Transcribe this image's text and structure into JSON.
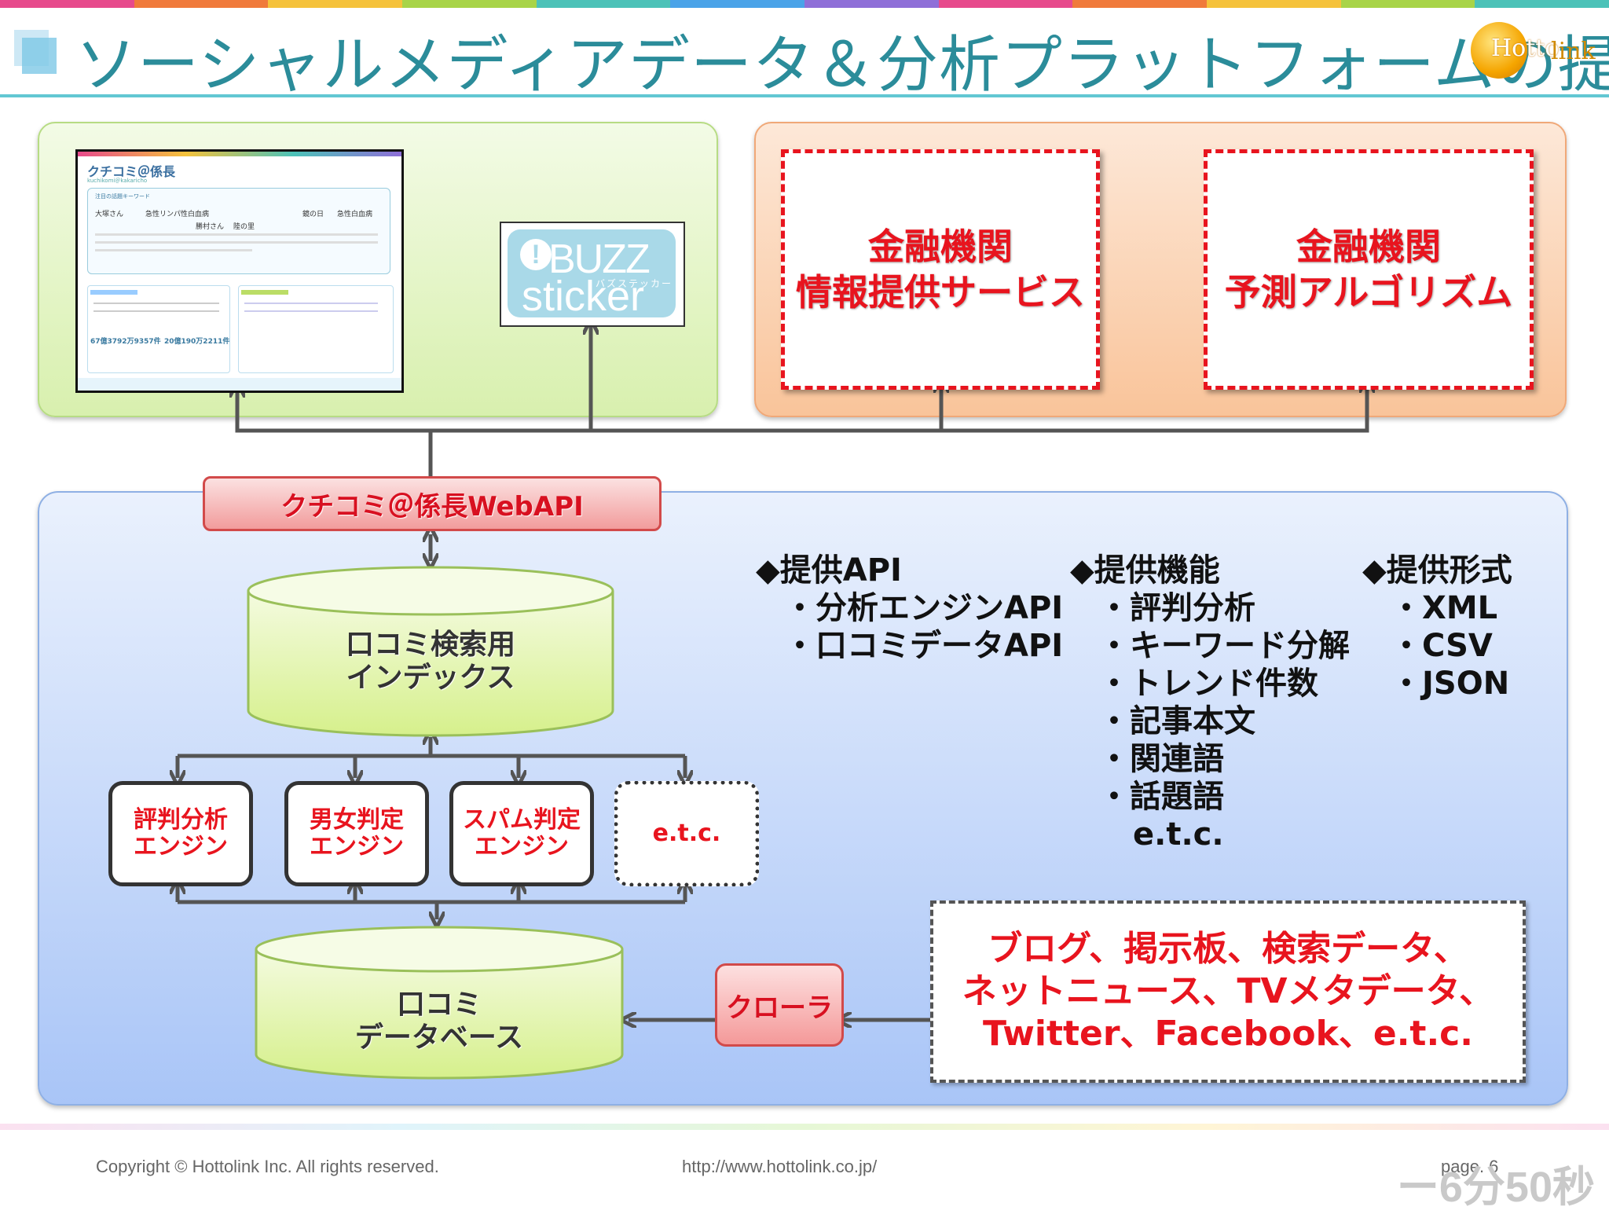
{
  "slide": {
    "title": "ソーシャルメディアデータ＆分析プラットフォームの提供",
    "logo_text": "Hotto",
    "logo_link": "link",
    "rainbow_colors": [
      "#e74a8c",
      "#f07a3b",
      "#f5c23b",
      "#a8d448",
      "#4cc2b8",
      "#4aa3e8",
      "#8f6fd8",
      "#e74a8c",
      "#f07a3b",
      "#f5c23b",
      "#a8d448",
      "#4cc2b8"
    ]
  },
  "green_panel": {
    "site_screenshot": {
      "logo": "クチコミ＠係長",
      "subtitle": "kuchikomi＠kakaricho",
      "search_header": "注目の話題キーワード",
      "keywords": [
        "大塚さん",
        "急性リンパ性白血病",
        "勝村さん",
        "鏡の日",
        "急性白血病",
        "陸の里"
      ],
      "counter_1": "67億3792万9357件",
      "counter_2": "20億190万2211件"
    },
    "buzz_sticker": {
      "word": "BUZZ",
      "kana": "バズステッカー",
      "sub": "sticker"
    }
  },
  "orange_panel": {
    "box1": "金融機関\n情報提供サービス",
    "box2": "金融機関\n予測アルゴリズム"
  },
  "api": {
    "label": "クチコミ＠係長WebAPI"
  },
  "index_db": {
    "label": "口コミ検索用\nインデックス"
  },
  "engines": [
    {
      "label": "評判分析\nエンジン"
    },
    {
      "label": "男女判定\nエンジン"
    },
    {
      "label": "スパム判定\nエンジン"
    },
    {
      "label": "e.t.c."
    }
  ],
  "data_db": {
    "label": "口コミ\nデータベース"
  },
  "crawler": {
    "label": "クローラ"
  },
  "sources": {
    "lines": [
      "ブログ、掲示板、検索データ、",
      "ネットニュース、TVメタデータ、",
      "Twitter、Facebook、e.t.c."
    ]
  },
  "info": {
    "api": {
      "heading": "◆提供API",
      "items": [
        "・分析エンジンAPI",
        "・口コミデータAPI"
      ]
    },
    "functions": {
      "heading": "◆提供機能",
      "items": [
        "・評判分析",
        "・キーワード分解",
        "・トレンド件数",
        "・記事本文",
        "・関連語",
        "・話題語"
      ],
      "etc": "e.t.c."
    },
    "formats": {
      "heading": "◆提供形式",
      "items": [
        "・XML",
        "・CSV",
        "・JSON"
      ]
    }
  },
  "footer": {
    "copyright": "Copyright © Hottolink Inc. All rights reserved.",
    "url": "http://www.hottolink.co.jp/",
    "page": "page. 6",
    "timer": "ー6分50秒"
  }
}
